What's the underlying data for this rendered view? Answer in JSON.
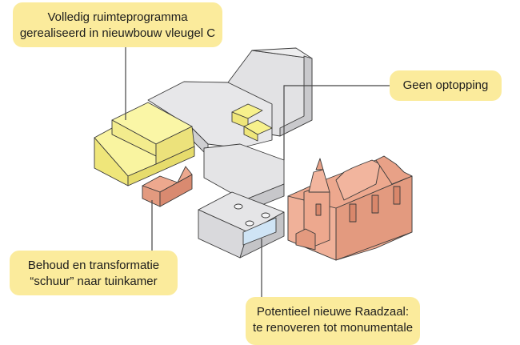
{
  "colors": {
    "existing": "#d4d4d6",
    "new_wing": "#f7f18c",
    "heritage": "#eda88e",
    "callout_bg": "#fbeb9c",
    "glass": "#cfe4f5",
    "outline": "#3a3a3a"
  },
  "callouts": {
    "new_wing": {
      "line1": "Volledig ruimteprogramma",
      "line2": "gerealiseerd in nieuwbouw vleugel C"
    },
    "no_extension": {
      "line1": "Geen optopping"
    },
    "barn": {
      "line1": "Behoud en transformatie",
      "line2": "“schuur” naar tuinkamer"
    },
    "council_hall": {
      "line1": "Potentieel nieuwe Raadzaal:",
      "line2": "te renoveren tot monumentale"
    }
  }
}
